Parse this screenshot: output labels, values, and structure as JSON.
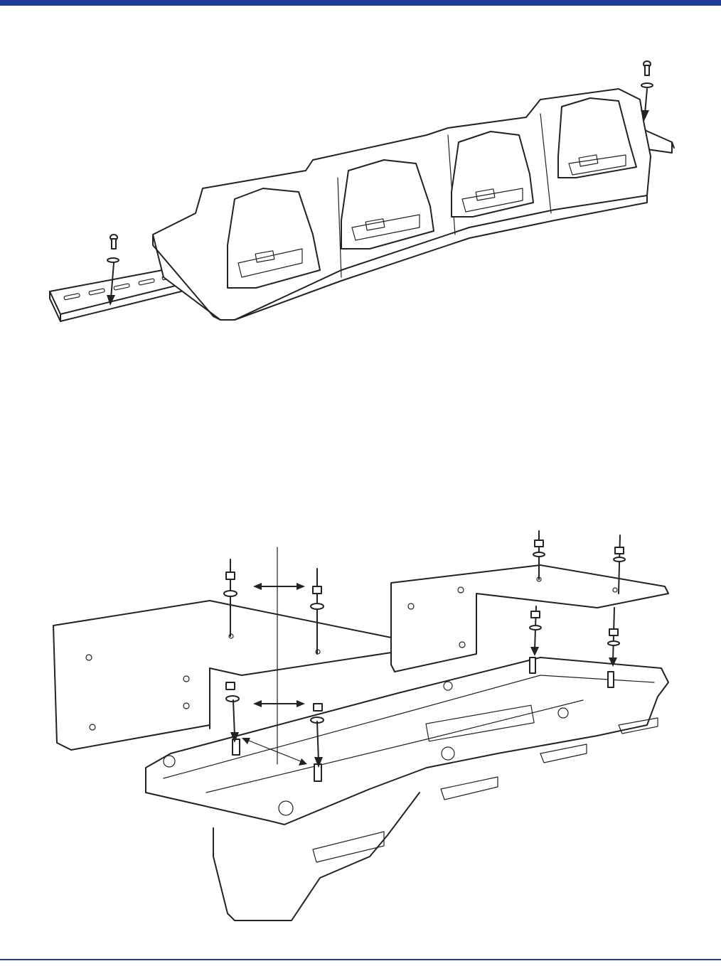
{
  "colors": {
    "header_rule": "#1f3c96",
    "footer_rule": "#1f3c96",
    "line_art": "#222222"
  },
  "figures": [
    {
      "id": "din-rail-mount",
      "icon": "cradle-on-din-rail-illustration"
    },
    {
      "id": "bracket-mount",
      "icon": "cradle-wall-bracket-exploded-illustration"
    }
  ]
}
